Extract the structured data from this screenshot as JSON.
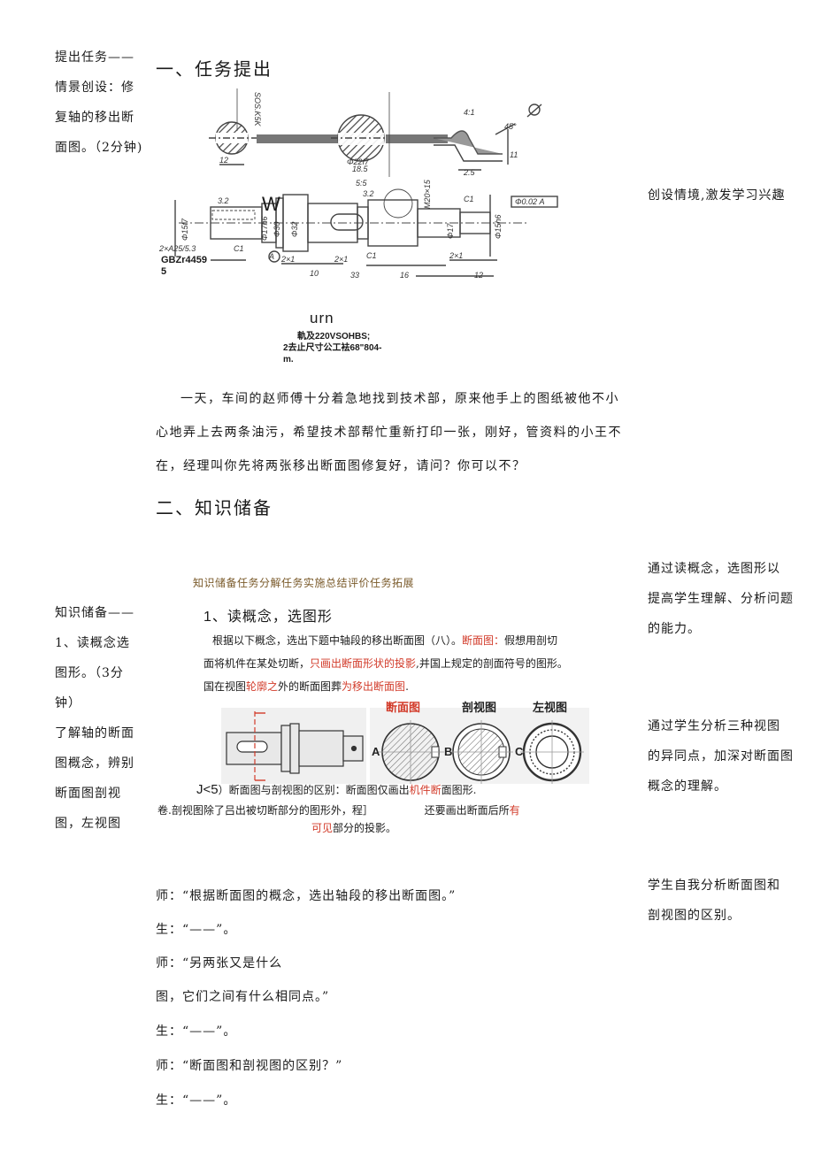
{
  "left_notes": {
    "note1": [
      "提出任务——",
      "情景创设：修",
      "复轴的移出断",
      "面图。（2分钟)"
    ],
    "note2": [
      "知识储备——",
      "1、读概念选",
      "图形。（3分",
      "钟）",
      "了解轴的断面",
      "图概念，辨别",
      "断面图剖视",
      "图，左视图"
    ]
  },
  "right_notes": {
    "note1": "创设情境,激发学习兴趣",
    "note2": [
      "通过读概念，选图形以",
      "提高学生理解、分析问题",
      "的能力。"
    ],
    "note3": [
      "通过学生分析三种视图",
      "的异同点，加深对断面图",
      "概念的理解。"
    ],
    "note4": [
      "学生自我分析断面图和",
      "剖视图的区别。"
    ]
  },
  "section1": {
    "heading": "一、任务提出",
    "drawing_labels": {
      "gb": "GBZr4459",
      "gb2": "5",
      "w": "W",
      "urn": "urn",
      "note_a": "軌及220VSOHBS;",
      "note_b": "2去止尺寸公工袪68\"804-",
      "note_c": "m.",
      "dim_12": "12",
      "dim_phi22": "Φ22f7",
      "dim_185": "18.5",
      "dim_25": "2.5",
      "dim_11": "11",
      "dim_45": "45°",
      "dim_41": "4:1",
      "dim_sos": "SOS.K5K",
      "dim_55": "5:5",
      "dim_32a": "3.2",
      "dim_32b": "3.2",
      "dim_phi15": "Φ15f7",
      "dim_phi17": "Φ17h6",
      "dim_phi30": "Φ30",
      "dim_phi32": "Φ32",
      "dim_m20": "M20×15",
      "dim_phi17b": "Φ17",
      "dim_phi15b": "Φ15h6",
      "dim_c1a": "C1",
      "dim_c1b": "C1",
      "dim_c1c": "C1",
      "dim_tol": "Φ0.02 A",
      "dim_2x1a": "2×1",
      "dim_2x1b": "2×1",
      "dim_2x1c": "2×1",
      "dim_10": "10",
      "dim_33": "33",
      "dim_16": "16",
      "dim_12b": "12",
      "dim_a": "A",
      "dim_2a": "2×A25/5.3"
    },
    "story": [
      "一天，车间的赵师傅十分着急地找到技术部，原来他手上的图纸被他不小",
      "心地弄上去两条油污，希望技术部帮忙重新打印一张，刚好，管资料的小王不",
      "在，经理叫你先将两张移出断面图修复好，请问？你可以不？"
    ]
  },
  "section2": {
    "heading": "二、知识储备",
    "nav": "知识储备任务分解任务实施总结评价任务拓展",
    "sub_heading": "1、读概念，选图形",
    "concept": {
      "l1a": "根据以下概念，选出下题中轴段的移出断面图（八）。",
      "l1b": "断面图：",
      "l1c": "假想用剖切",
      "l2a": "面将机件在某处切断，",
      "l2b": "只画出断面形状的投影",
      "l2c": ",并国上规定的剖面符号的图形。",
      "l3a": "国在视图",
      "l3b": "轮廓之",
      "l3c": "外的断面图葬",
      "l3d": "为移出断面图",
      "l3e": "."
    },
    "figure_labels": {
      "duanmian": "断面图",
      "poushi": "剖视图",
      "zuoshi": "左视图",
      "a": "A",
      "b": "B",
      "c": "C"
    },
    "diff": {
      "p1": "J<5",
      "p2": "）断面图与剖视图的区别：断面图仅画出",
      "p3": "机件断",
      "p4": "面图形.",
      "l2a": "卷.剖视图除了吕出被切断部分的图形外，程］",
      "l2b": "还要画出断面后所",
      "l2c": "有",
      "l3a": "可见",
      "l3b": "部分的投影。"
    },
    "dialogue": [
      "师：“根据断面图的概念，选出轴段的移出断面图。”",
      "生：“——”。",
      "师：“另两张又是什么",
      "图，它们之间有什么相同点。”",
      "生：“——”。",
      "师：“断面图和剖视图的区别？”",
      "生：“——”。"
    ]
  },
  "colors": {
    "accent_red": "#d23b2a",
    "drawing_gray": "#5a5a5a"
  }
}
